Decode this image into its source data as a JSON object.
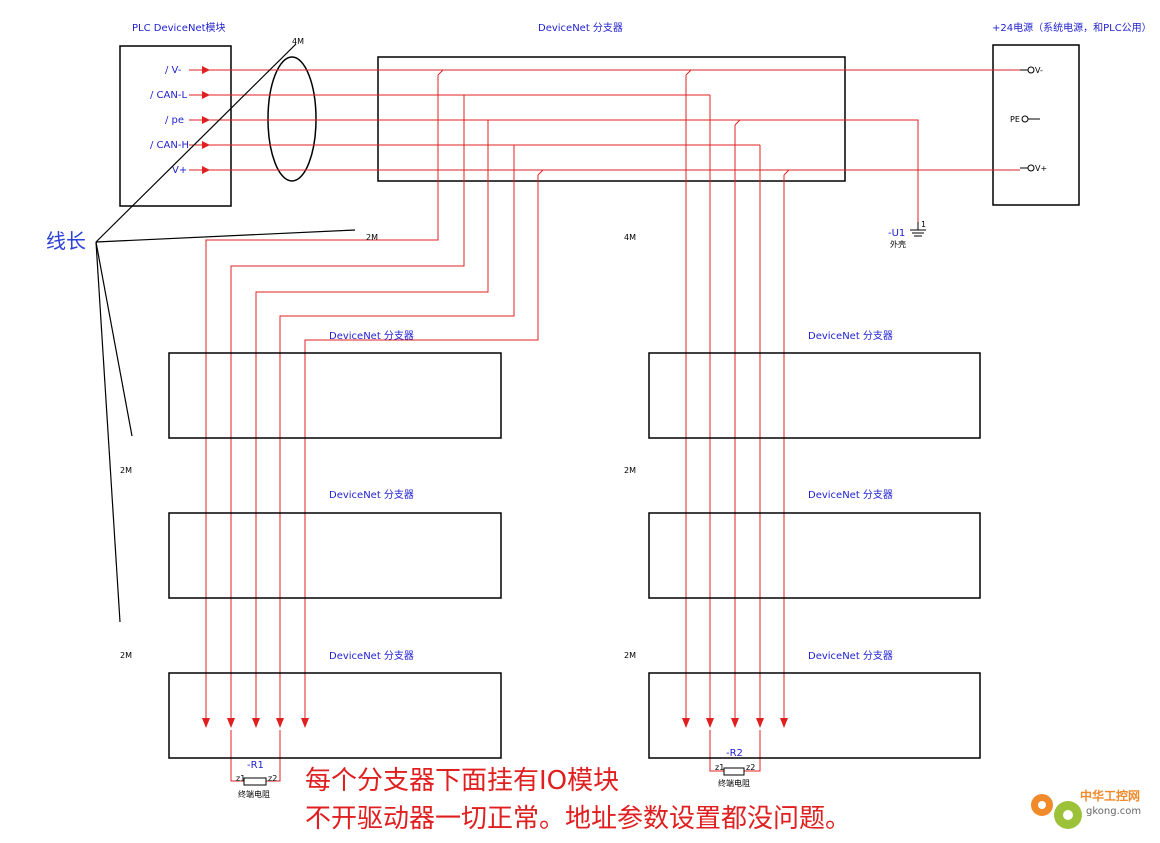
{
  "plc_title": "PLC DeviceNet模块",
  "top_splitter_title": "DeviceNet 分支器",
  "psu_title": "+24电源（系统电源，和PLC公用）",
  "plc_pins": [
    "/ V-",
    "/ CAN-L",
    "/ pe",
    "/ CAN-H",
    "V+"
  ],
  "psu_pins": [
    "V-",
    "PE",
    "V+"
  ],
  "cable_label_4m_top": "4M",
  "line_length_label": "线长",
  "ground_ref": "-U1",
  "ground_sub": "外壳",
  "ground_pin": "1",
  "labels": {
    "left_trunk": "2M",
    "right_trunk": "4M",
    "left_2m_a": "2M",
    "left_2m_b": "2M",
    "right_2m_a": "2M",
    "right_2m_b": "2M"
  },
  "splitter_label": "DeviceNet 分支器",
  "resistors": [
    {
      "ref": "-R1",
      "pin1": "z1",
      "pin2": "z2",
      "desc": "终端电阻"
    },
    {
      "ref": "-R2",
      "pin1": "z1",
      "pin2": "z2",
      "desc": "终端电阻"
    }
  ],
  "note_line1": "每个分支器下面挂有IO模块",
  "note_line2": "不开驱动器一切正常。地址参数设置都没问题。",
  "watermark_cn": "中华工控网",
  "watermark_url": "gkong.com",
  "colors": {
    "wire": "#e02020",
    "label": "#1f1fcf",
    "box": "#000000"
  }
}
